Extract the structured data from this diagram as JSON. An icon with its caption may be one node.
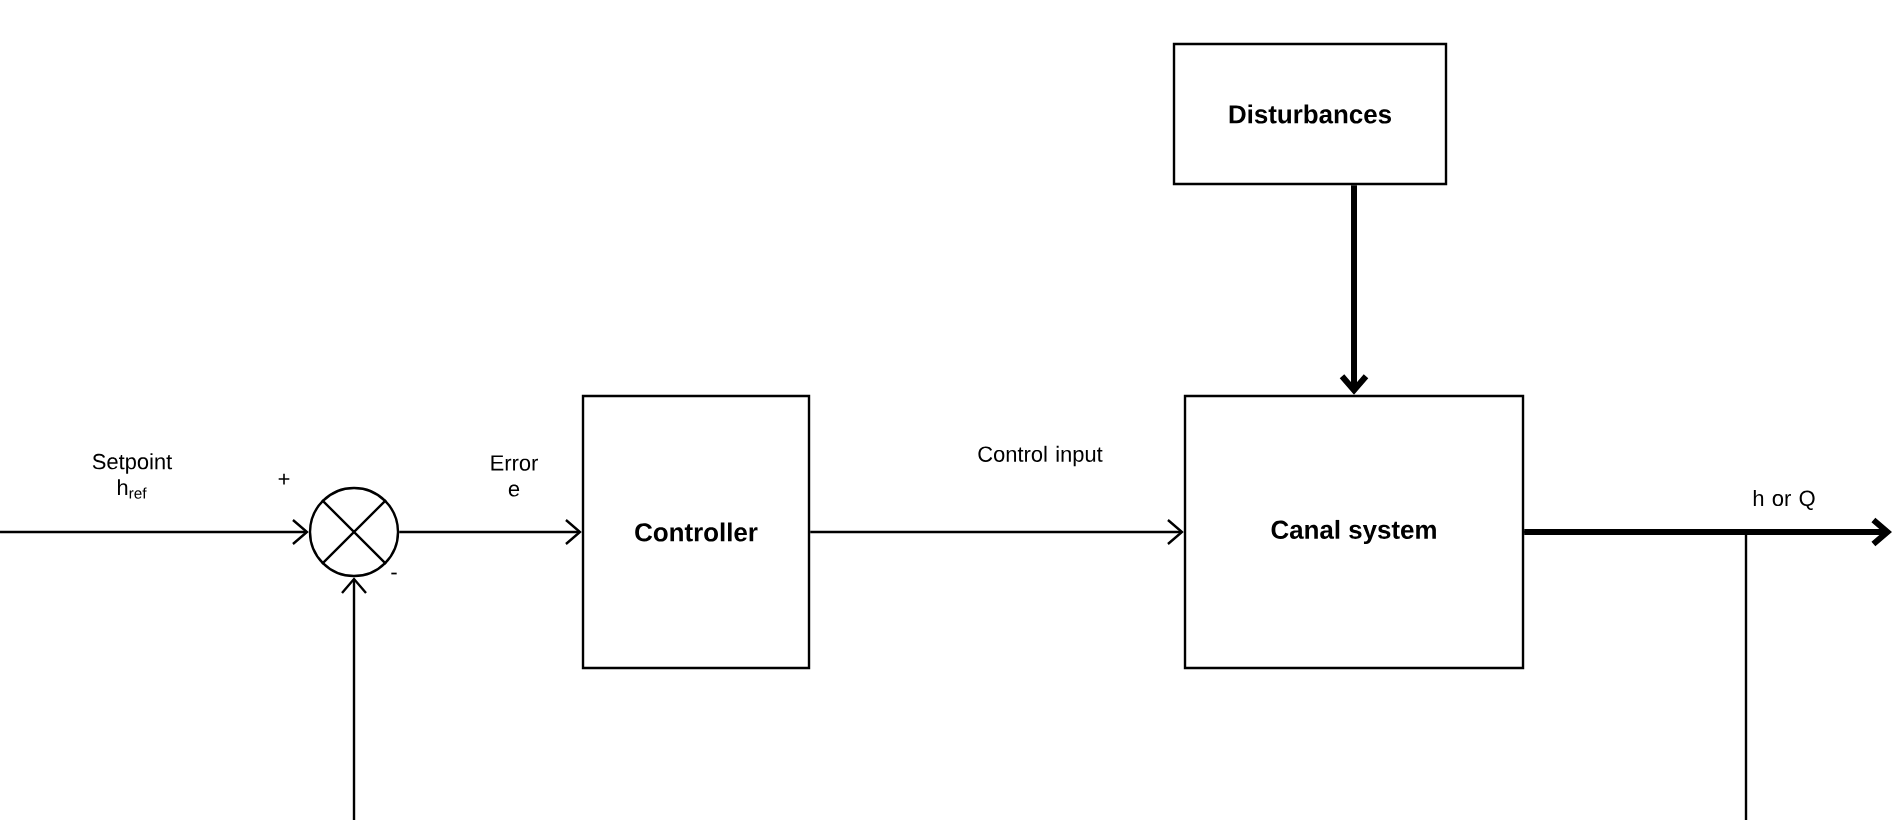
{
  "diagram": {
    "nodes": [
      {
        "text": [],
        "shape": "circle"
      },
      {
        "text": [
          "Controller"
        ]
      },
      {
        "text": [
          "Canal system"
        ]
      },
      {
        "text": [
          "Disturbances"
        ]
      }
    ],
    "edges": [
      {
        "from": null,
        "to": 0,
        "arrow": "to",
        "label": "Setpoint h$_{ref}$"
      },
      {
        "from": 0,
        "to": 1,
        "arrow": "to",
        "label": "Error e"
      },
      {
        "from": 1,
        "to": 2,
        "arrow": "to",
        "label": "Control input"
      },
      {
        "from": 3,
        "to": 2,
        "arrow": "to",
        "style": "thick"
      },
      {
        "from": 2,
        "to": null,
        "arrow": "to",
        "label": "h or Q",
        "style": "thick"
      },
      {
        "from": 2,
        "to": 0,
        "arrow": "to"
      }
    ],
    "labels": [
      "+",
      "-"
    ]
  }
}
